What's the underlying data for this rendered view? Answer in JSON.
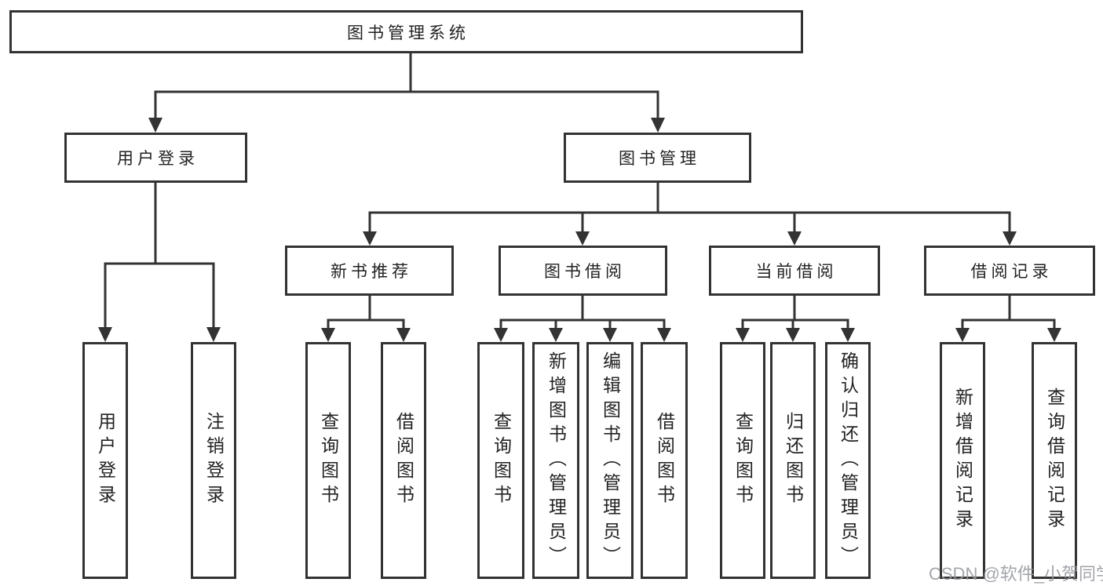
{
  "tree": {
    "root": {
      "label": "图书管理系统",
      "children": [
        {
          "label": "用户登录",
          "children": [
            {
              "label": "用户登录"
            },
            {
              "label": "注销登录"
            }
          ]
        },
        {
          "label": "图书管理",
          "children": [
            {
              "label": "新书推荐",
              "children": [
                {
                  "label": "查询图书"
                },
                {
                  "label": "借阅图书"
                }
              ]
            },
            {
              "label": "图书借阅",
              "children": [
                {
                  "label": "查询图书"
                },
                {
                  "label": "新增图书（管理员）"
                },
                {
                  "label": "编辑图书（管理员）"
                },
                {
                  "label": "借阅图书"
                }
              ]
            },
            {
              "label": "当前借阅",
              "children": [
                {
                  "label": "查询图书"
                },
                {
                  "label": "归还图书"
                },
                {
                  "label": "确认归还（管理员）"
                }
              ]
            },
            {
              "label": "借阅记录",
              "children": [
                {
                  "label": "新增借阅记录"
                },
                {
                  "label": "查询借阅记录"
                }
              ]
            }
          ]
        }
      ]
    }
  },
  "watermark": "CSDN @软件_小贺同学",
  "colors": {
    "line": "#333333",
    "box_border": "#333333",
    "box_fill": "#ffffff",
    "text": "#222222",
    "watermark": "#96999e",
    "background": "#ffffff"
  }
}
